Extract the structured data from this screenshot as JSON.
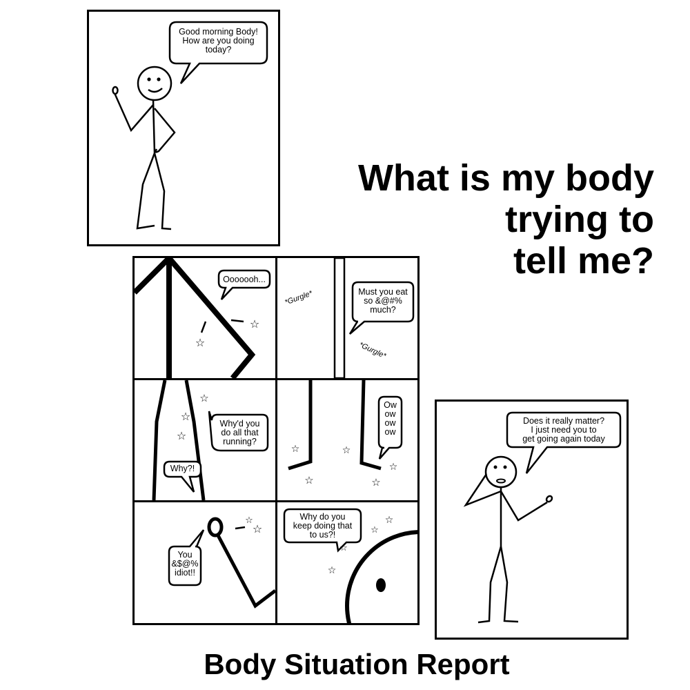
{
  "headline": "What is my body\n  trying to\n  tell me?",
  "caption": "Body Situation Report",
  "panels": {
    "morning": {
      "speech": "Good morning Body!\nHow are you doing\ntoday?"
    },
    "neck": {
      "speech": "Ooooooh..."
    },
    "stomach": {
      "speech": "Must you eat\nso &@#%\nmuch?",
      "sfx_top": "*Gurgle*",
      "sfx_bottom": "*Gurgle*"
    },
    "legs": {
      "speech": "Why'd you\ndo all that\nrunning?",
      "speech_small": "Why?!"
    },
    "feet": {
      "speech": "Ow\now\now\now"
    },
    "hand": {
      "speech": "You\n&$@%\nidiot!!"
    },
    "head": {
      "speech": "Why do you\nkeep doing that\nto us?!"
    },
    "reply": {
      "speech": "Does it really matter?\nI just need you to\nget going again today"
    }
  }
}
